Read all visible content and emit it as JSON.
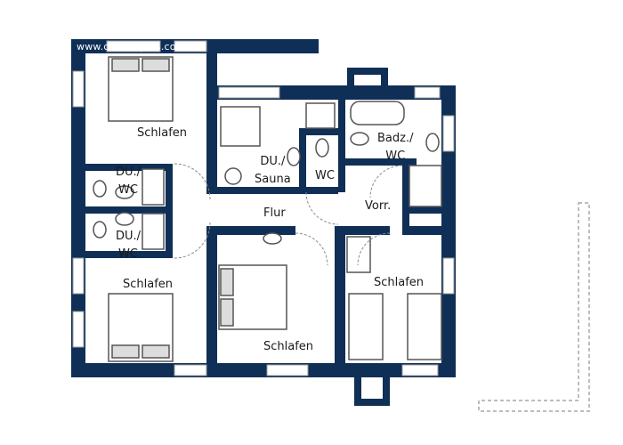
{
  "website": "www.chaletsplus.com",
  "colors": {
    "wall": "#0f2f57",
    "fixture": "#b9b9b9",
    "line": "#6a6a6a",
    "background": "#ffffff"
  },
  "rooms": {
    "bedroom_top_left": "Schlafen",
    "shower_wc_upper": [
      "DU./",
      "WC"
    ],
    "shower_wc_lower": [
      "DU./",
      "WC"
    ],
    "bedroom_bottom_left": "Schlafen",
    "shower_sauna": [
      "DU./",
      "Sauna"
    ],
    "wc": "WC",
    "hall": "Flur",
    "entrance": "Vorr.",
    "bathroom": [
      "Badz./",
      "WC"
    ],
    "bedroom_center": "Schlafen",
    "bedroom_right": "Schlafen"
  }
}
